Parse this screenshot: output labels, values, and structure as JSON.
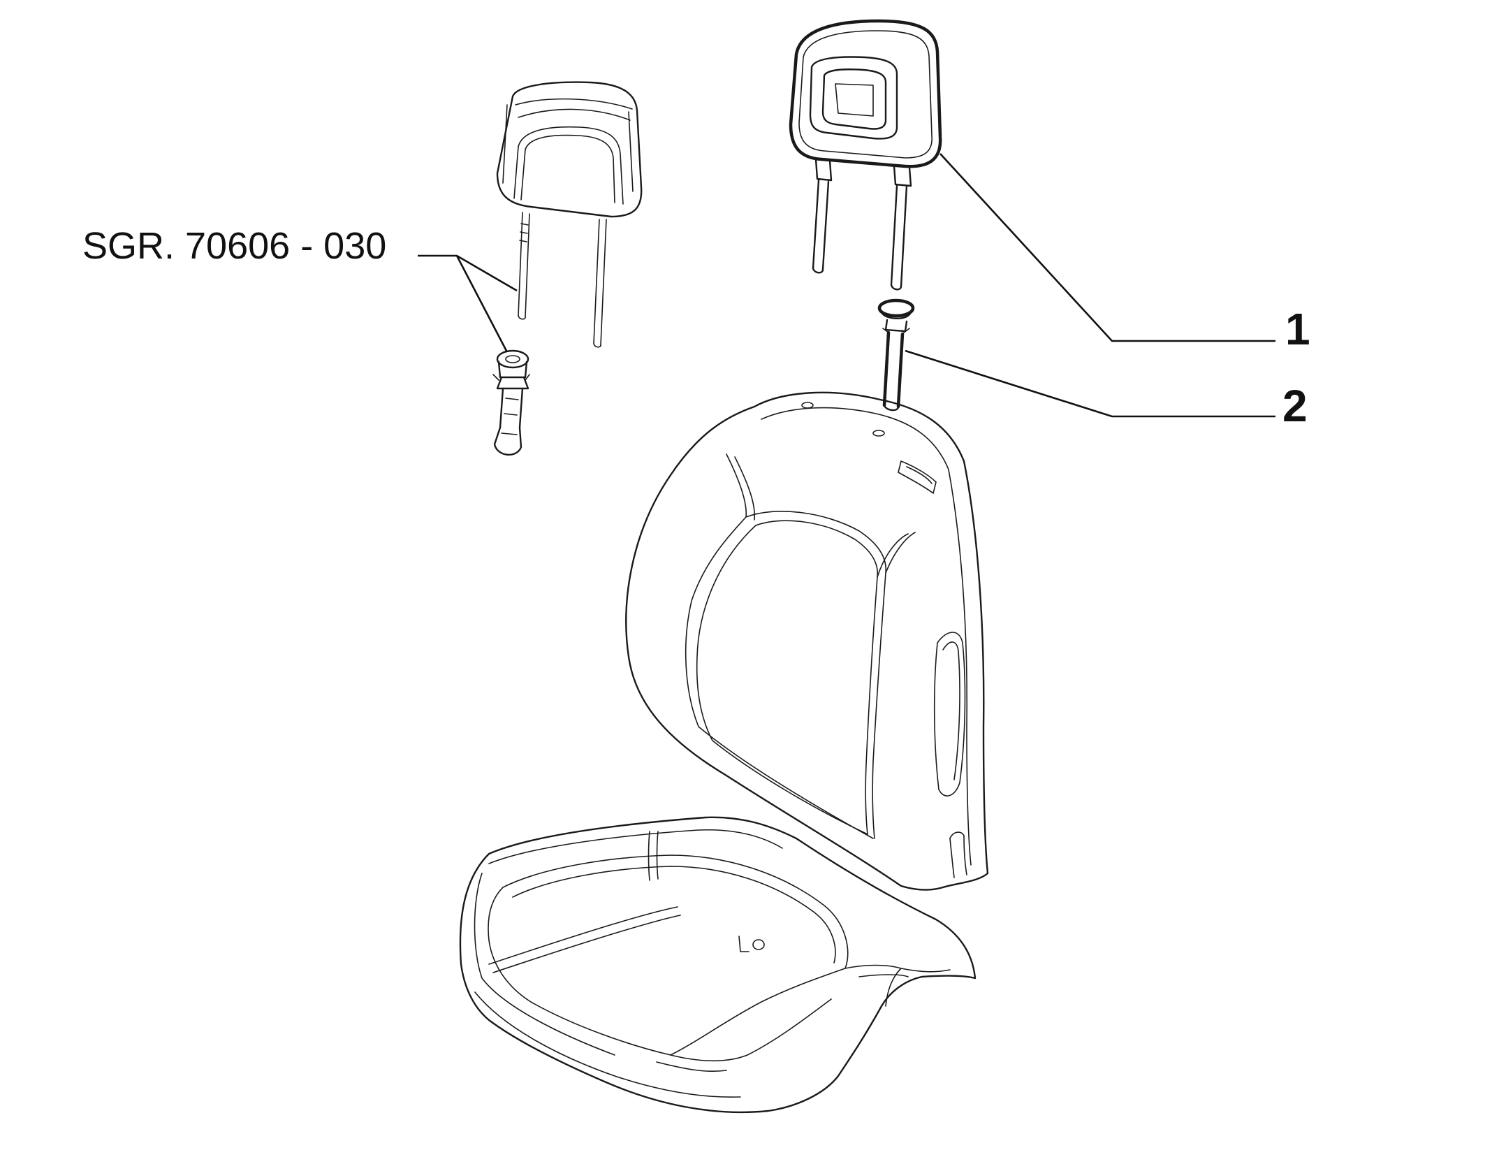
{
  "labels": {
    "reference_group": "SGR. 70606 - 030",
    "callout_1": "1",
    "callout_2": "2"
  },
  "colors": {
    "background": "#ffffff",
    "line": "#1a1a1a"
  }
}
